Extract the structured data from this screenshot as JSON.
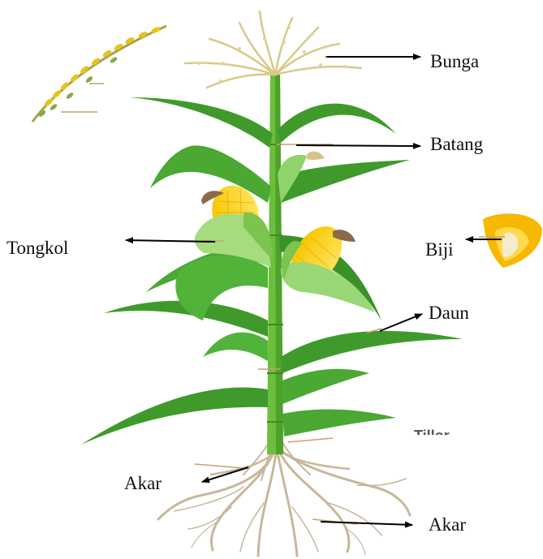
{
  "labels": {
    "bunga": "Bunga",
    "batang": "Batang",
    "tongkol": "Tongkol",
    "biji": "Biji",
    "daun": "Daun",
    "akar_left": "Akar",
    "akar_right": "Akar",
    "tiller_partial": "Tillor"
  }
}
